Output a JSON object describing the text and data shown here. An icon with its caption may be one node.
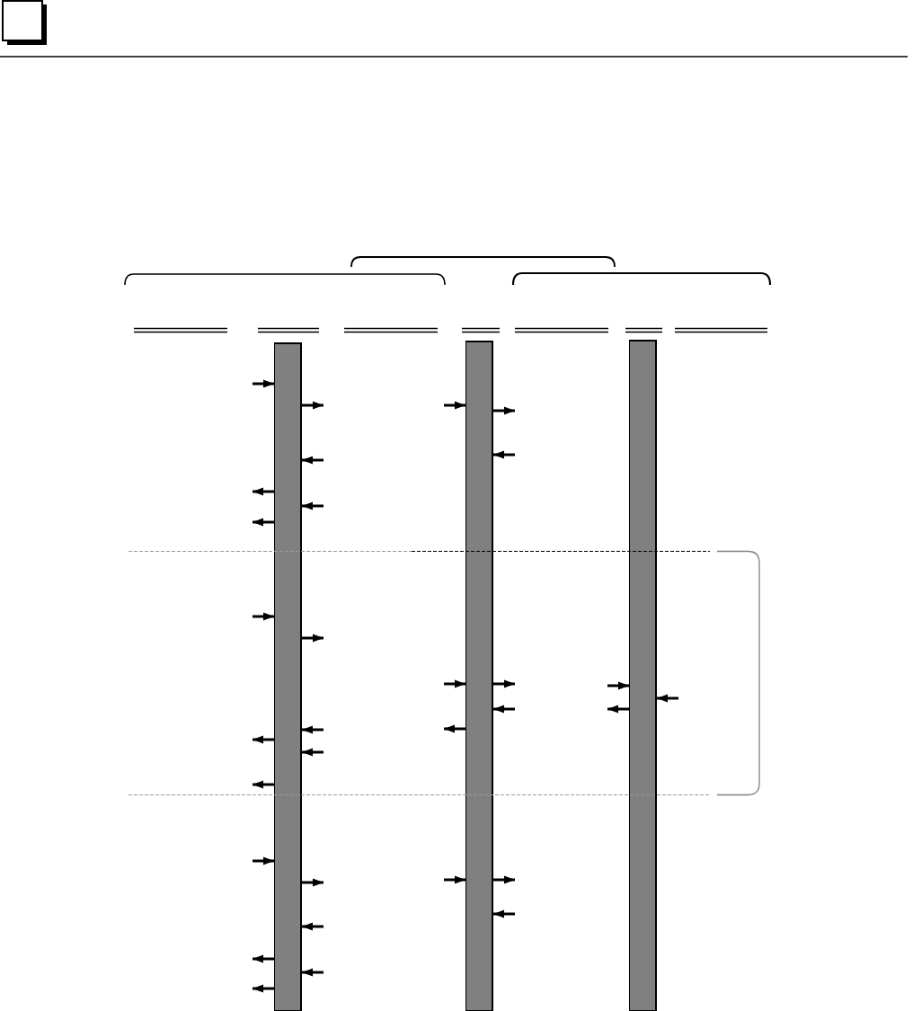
{
  "diagram": {
    "nodes": [
      {
        "text": [],
        "shape": "bar"
      },
      {
        "text": [],
        "shape": "bar"
      },
      {
        "text": [],
        "shape": "bar"
      }
    ],
    "edges": [
      {
        "from": null,
        "to": 0,
        "arrow": "to"
      },
      {
        "from": 0,
        "to": null,
        "arrow": "to"
      },
      {
        "from": null,
        "to": 1,
        "arrow": "to"
      },
      {
        "from": 1,
        "to": null,
        "arrow": "to"
      },
      {
        "from": null,
        "to": 0,
        "arrow": "to"
      },
      {
        "from": null,
        "to": 1,
        "arrow": "to"
      },
      {
        "from": 0,
        "to": null,
        "arrow": "to"
      },
      {
        "from": null,
        "to": 0,
        "arrow": "to"
      },
      {
        "from": 0,
        "to": null,
        "arrow": "to"
      },
      {
        "from": null,
        "to": 0,
        "arrow": "to"
      },
      {
        "from": 0,
        "to": null,
        "arrow": "to"
      },
      {
        "from": null,
        "to": 1,
        "arrow": "to"
      },
      {
        "from": 1,
        "to": null,
        "arrow": "to"
      },
      {
        "from": null,
        "to": 2,
        "arrow": "to"
      },
      {
        "from": null,
        "to": 2,
        "arrow": "to"
      },
      {
        "from": null,
        "to": 1,
        "arrow": "to"
      },
      {
        "from": 2,
        "to": null,
        "arrow": "to"
      },
      {
        "from": 1,
        "to": null,
        "arrow": "to"
      },
      {
        "from": null,
        "to": 0,
        "arrow": "to"
      },
      {
        "from": 0,
        "to": null,
        "arrow": "to"
      },
      {
        "from": null,
        "to": 0,
        "arrow": "to"
      },
      {
        "from": 0,
        "to": null,
        "arrow": "to"
      },
      {
        "from": null,
        "to": 0,
        "arrow": "to"
      },
      {
        "from": 0,
        "to": null,
        "arrow": "to"
      },
      {
        "from": null,
        "to": 1,
        "arrow": "to"
      },
      {
        "from": 1,
        "to": null,
        "arrow": "to"
      },
      {
        "from": null,
        "to": 0,
        "arrow": "to"
      },
      {
        "from": null,
        "to": 1,
        "arrow": "to"
      },
      {
        "from": 0,
        "to": null,
        "arrow": "to"
      },
      {
        "from": null,
        "to": 0,
        "arrow": "to"
      },
      {
        "from": 0,
        "to": null,
        "arrow": "to"
      }
    ]
  }
}
